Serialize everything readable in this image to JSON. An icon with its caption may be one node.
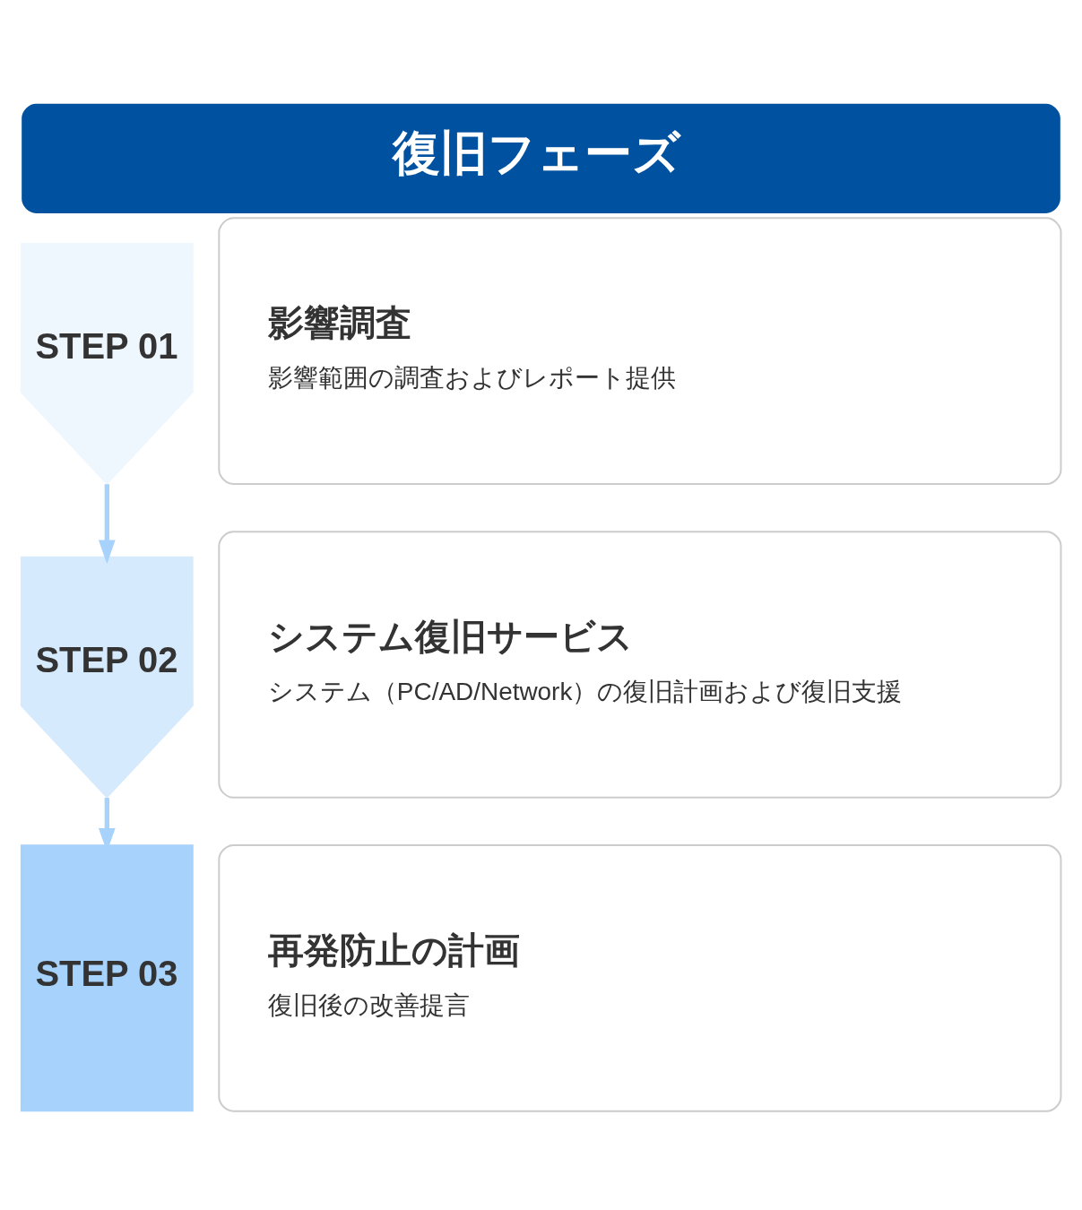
{
  "diagram": {
    "title": "復旧フェーズ",
    "nodes": [
      {
        "text": [
          "STEP 01"
        ]
      },
      {
        "text": [
          "影響調査",
          "影響範囲の調査およびレポート提供"
        ]
      },
      {
        "text": [
          "STEP 02"
        ]
      },
      {
        "text": [
          "システム復旧サービス",
          "システム（PC/AD/Network）の復旧計画および復旧支援"
        ]
      },
      {
        "text": [
          "STEP 03"
        ]
      },
      {
        "text": [
          "再発防止の計画",
          "復旧後の改善提言"
        ]
      }
    ],
    "edges": [
      {
        "from": 0,
        "to": 2,
        "arrow": "to"
      },
      {
        "from": 2,
        "to": 4,
        "arrow": "to"
      }
    ]
  }
}
